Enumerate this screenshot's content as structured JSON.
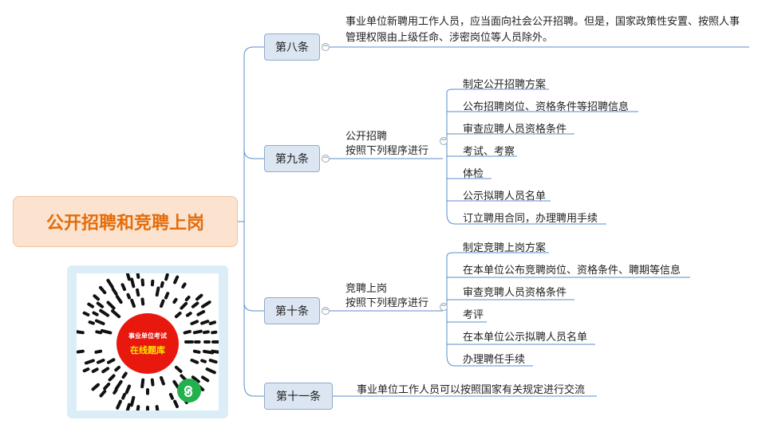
{
  "root": {
    "title": "公开招聘和竞聘上岗"
  },
  "articles": [
    {
      "label": "第八条"
    },
    {
      "label": "第九条"
    },
    {
      "label": "第十条"
    },
    {
      "label": "第十一条"
    }
  ],
  "art8": {
    "text": "事业单位新聘用工作人员，应当面向社会公开招聘。但是，国家政策性安置、按照人事管理权限由上级任命、涉密岗位等人员除外。"
  },
  "art9": {
    "line1": "公开招聘",
    "line2": "按照下列程序进行",
    "steps": [
      "制定公开招聘方案",
      "公布招聘岗位、资格条件等招聘信息",
      "审查应聘人员资格条件",
      "考试、考察",
      "体检",
      "公示拟聘人员名单",
      "订立聘用合同，办理聘用手续"
    ]
  },
  "art10": {
    "line1": "竞聘上岗",
    "line2": "按照下列程序进行",
    "steps": [
      "制定竞聘上岗方案",
      "在本单位公布竞聘岗位、资格条件、聘期等信息",
      "审查竞聘人员资格条件",
      "考评",
      "在本单位公示拟聘人员名单",
      "办理聘任手续"
    ]
  },
  "art11": {
    "text": "事业单位工作人员可以按照国家有关规定进行交流"
  },
  "qr": {
    "top_text": "事业单位考试",
    "main_text": "在线题库"
  },
  "colors": {
    "root_fill": "#fbe3cf",
    "root_text": "#e46c0a",
    "node_fill": "#dce6f2",
    "line": "#5b8ccc"
  }
}
